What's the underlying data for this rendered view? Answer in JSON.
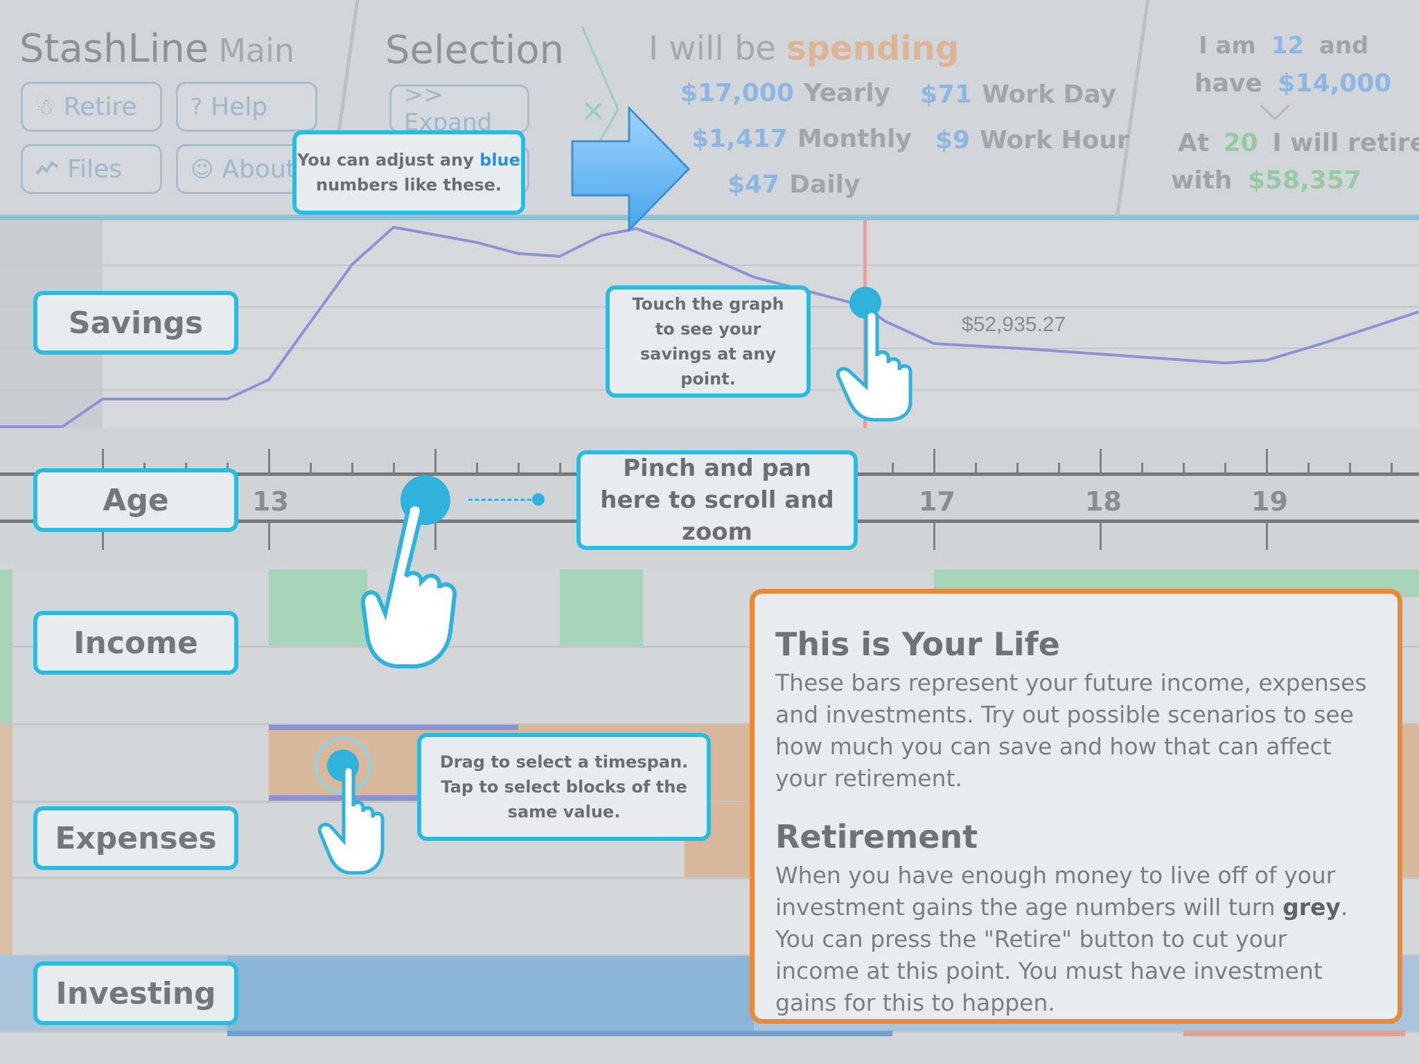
{
  "header": {
    "app_name": "StashLine",
    "app_section": "Main",
    "buttons": {
      "retire": "Retire",
      "help": "Help",
      "files": "Files",
      "about": "About",
      "expand": ">> Expand"
    },
    "selection_title": "Selection",
    "close_glyph": "×",
    "spending": {
      "prefix": "I will be",
      "highlight": "spending",
      "yearly_value": "$17,000",
      "yearly_label": "Yearly",
      "monthly_value": "$1,417",
      "monthly_label": "Monthly",
      "daily_value": "$47",
      "daily_label": "Daily",
      "workday_value": "$71",
      "workday_label": "Work Day",
      "workhour_value": "$9",
      "workhour_label": "Work Hour"
    },
    "status": {
      "i_am": "I am",
      "age": "12",
      "and": "and",
      "have": "have",
      "savings": "$14,000",
      "at": "At",
      "retire_age": "20",
      "will_retire": "I will retire",
      "with": "with",
      "retire_amount": "$58,357"
    }
  },
  "graph": {
    "readout": "$52,935.27"
  },
  "age_axis": {
    "ticks": [
      "13",
      "17",
      "18",
      "19"
    ]
  },
  "row_labels": {
    "savings": "Savings",
    "age": "Age",
    "income": "Income",
    "expenses": "Expenses",
    "investing": "Investing"
  },
  "tips": {
    "blue_numbers_pre": "You can adjust any",
    "blue_numbers_hl": "blue",
    "blue_numbers_post": "numbers like these.",
    "touch_graph": "Touch the graph to see your savings at any point.",
    "pinch_pan": "Pinch and pan here to scroll and zoom",
    "drag_select": "Drag to select a timespan. Tap to select blocks of the same value."
  },
  "info": {
    "life_title": "This is Your Life",
    "life_body": "These bars represent your future income, expenses and investments. Try out possible scenarios to see how much you can save and how that can affect your retirement.",
    "retire_title": "Retirement",
    "retire_body_pre": "When you have enough money to live off of your investment gains the age numbers will turn",
    "retire_body_bold": "grey",
    "retire_body_post": ".",
    "retire_body2": "You can press the \"Retire\" button to cut your income at this point. You must have investment gains for this to happen."
  },
  "icons": {
    "retire": "piggy-icon",
    "help": "question-icon",
    "files": "chart-icon",
    "about": "smiley-icon",
    "arrow": "right-arrow-icon",
    "hand": "pointing-hand-icon"
  },
  "colors": {
    "accent": "#27bde0",
    "info_border": "#e88a3a",
    "blue_value": "#8eb6e2",
    "green_value": "#97caa4",
    "spending": "#ddb596",
    "income_block": "#a5d4b8",
    "expense_block": "#d8b89a",
    "investing_block": "#8cb6d8"
  }
}
